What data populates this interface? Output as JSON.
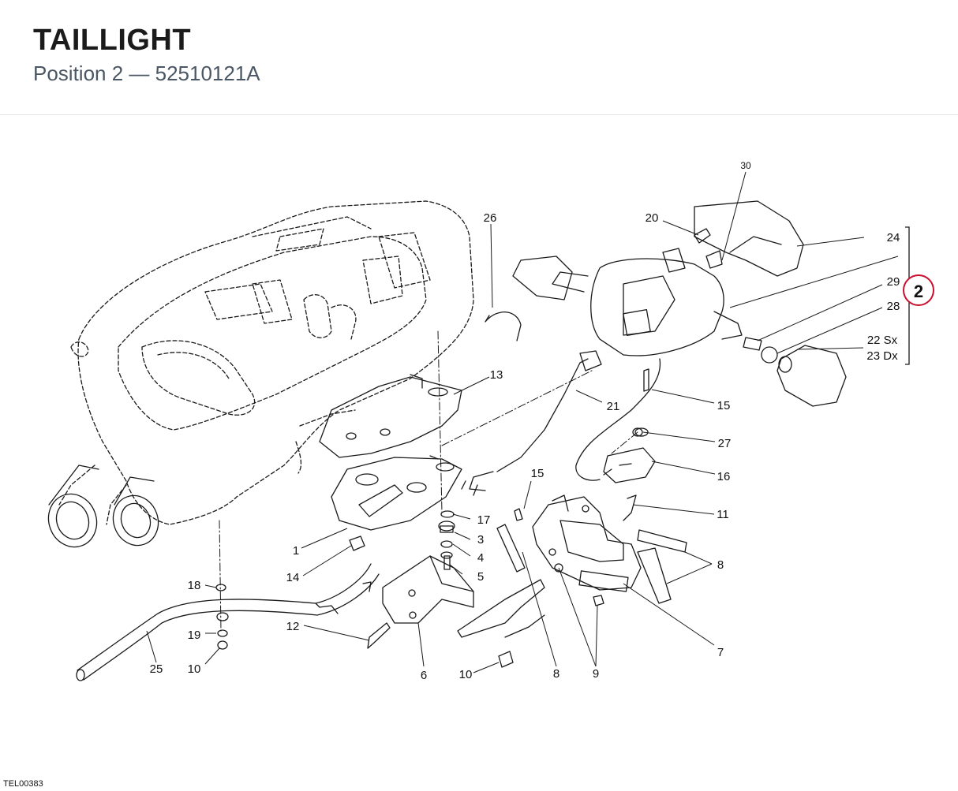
{
  "header": {
    "title": "TAILLIGHT",
    "subtitle": "Position 2 — 52510121A"
  },
  "position_badge": "2",
  "footer_code": "TEL00383",
  "callouts": [
    {
      "id": "c30",
      "label": "30"
    },
    {
      "id": "c26",
      "label": "26"
    },
    {
      "id": "c20",
      "label": "20"
    },
    {
      "id": "c24",
      "label": "24"
    },
    {
      "id": "c29",
      "label": "29"
    },
    {
      "id": "c28",
      "label": "28"
    },
    {
      "id": "c22",
      "label": "22 Sx"
    },
    {
      "id": "c23",
      "label": "23 Dx"
    },
    {
      "id": "c13",
      "label": "13"
    },
    {
      "id": "c21",
      "label": "21"
    },
    {
      "id": "c15a",
      "label": "15"
    },
    {
      "id": "c27",
      "label": "27"
    },
    {
      "id": "c16",
      "label": "16"
    },
    {
      "id": "c15b",
      "label": "15"
    },
    {
      "id": "c11",
      "label": "11"
    },
    {
      "id": "c17",
      "label": "17"
    },
    {
      "id": "c3",
      "label": "3"
    },
    {
      "id": "c4",
      "label": "4"
    },
    {
      "id": "c5",
      "label": "5"
    },
    {
      "id": "c1",
      "label": "1"
    },
    {
      "id": "c14",
      "label": "14"
    },
    {
      "id": "c8a",
      "label": "8"
    },
    {
      "id": "c7",
      "label": "7"
    },
    {
      "id": "c18",
      "label": "18"
    },
    {
      "id": "c19",
      "label": "19"
    },
    {
      "id": "c10a",
      "label": "10"
    },
    {
      "id": "c25",
      "label": "25"
    },
    {
      "id": "c12",
      "label": "12"
    },
    {
      "id": "c6",
      "label": "6"
    },
    {
      "id": "c10b",
      "label": "10"
    },
    {
      "id": "c8b",
      "label": "8"
    },
    {
      "id": "c9",
      "label": "9"
    }
  ],
  "colors": {
    "badge_ring": "#c8102e",
    "line": "#1a1a1a",
    "subtitle": "#4a5663"
  }
}
